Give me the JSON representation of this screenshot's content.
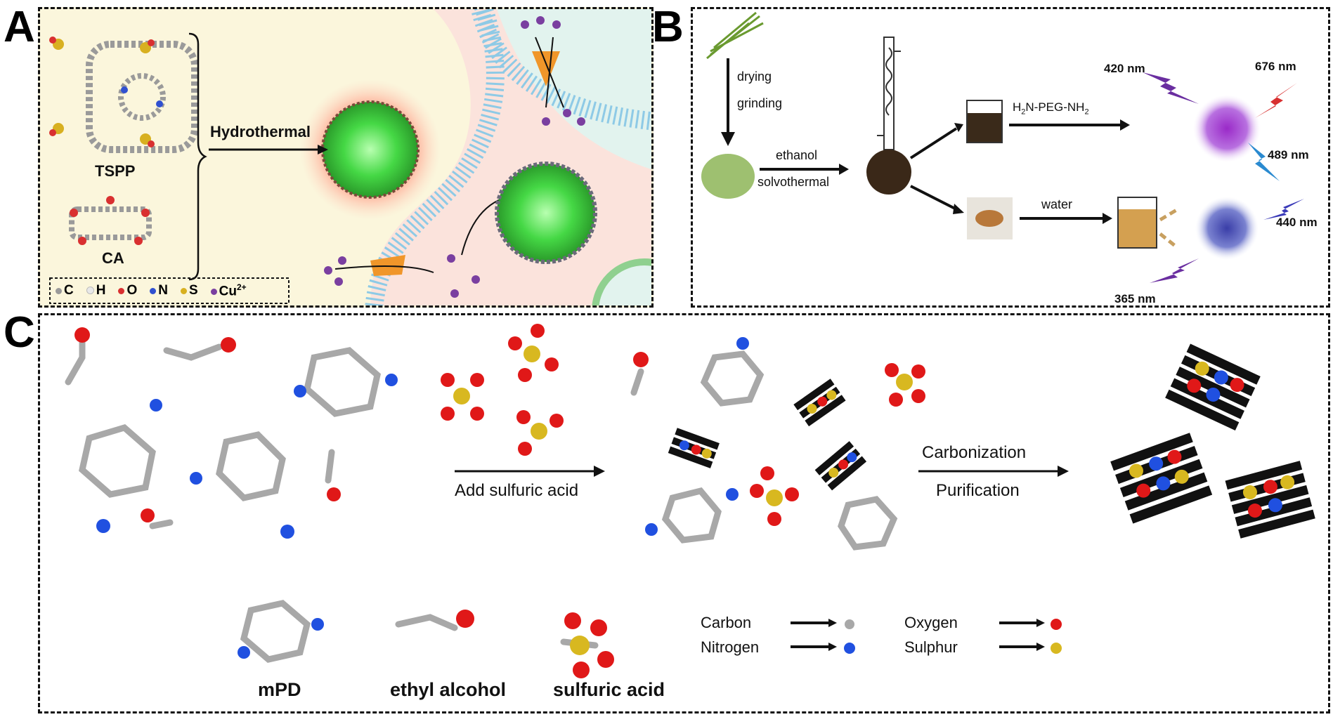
{
  "panels": {
    "a": {
      "label": "A",
      "tspp": "TSPP",
      "ca": "CA",
      "arrow_label": "Hydrothermal",
      "legend": [
        {
          "symbol": "C",
          "color": "#9a9a9a"
        },
        {
          "symbol": "H",
          "color": "#e8e8e8"
        },
        {
          "symbol": "O",
          "color": "#d93030"
        },
        {
          "symbol": "N",
          "color": "#3050d0"
        },
        {
          "symbol": "S",
          "color": "#d8b020"
        },
        {
          "symbol": "Cu",
          "color": "#7a3fa0"
        }
      ],
      "cu_charge": "2+"
    },
    "b": {
      "label": "B",
      "step1a": "drying",
      "step1b": "grinding",
      "step2a": "ethanol",
      "step2b": "solvothermal",
      "reagent_pre": "H",
      "reagent_sub1": "2",
      "reagent_mid": "N-PEG-NH",
      "reagent_sub2": "2",
      "water": "water",
      "wl_420": "420 nm",
      "wl_676": "676 nm",
      "wl_489": "489 nm",
      "wl_440": "440 nm",
      "wl_365": "365 nm"
    },
    "c": {
      "label": "C",
      "add": "Add sulfuric acid",
      "carbonization": "Carbonization",
      "purification": "Purification",
      "mpd": "mPD",
      "ethyl": "ethyl alcohol",
      "sulfuric": "sulfuric acid",
      "legend": {
        "carbon": "Carbon",
        "nitrogen": "Nitrogen",
        "oxygen": "Oxygen",
        "sulphur": "Sulphur"
      }
    }
  },
  "colors": {
    "panel_a_bg": "#fbf6dc",
    "cell_pink": "#fbe3dc",
    "cell_blue": "#dff0ec",
    "membrane": "#8ecae6",
    "green_core": "#55e455",
    "purple_glow": "#a040d0",
    "blue_glow": "#4550b8",
    "bolt_purple": "#6a2ea0",
    "bolt_red": "#d83030",
    "bolt_blue": "#2a8ad0",
    "carbon": "#a0a0a0",
    "hydrogen": "#e4e4e4",
    "oxygen": "#e01818",
    "nitrogen": "#2050e0",
    "sulphur": "#d8b820"
  }
}
